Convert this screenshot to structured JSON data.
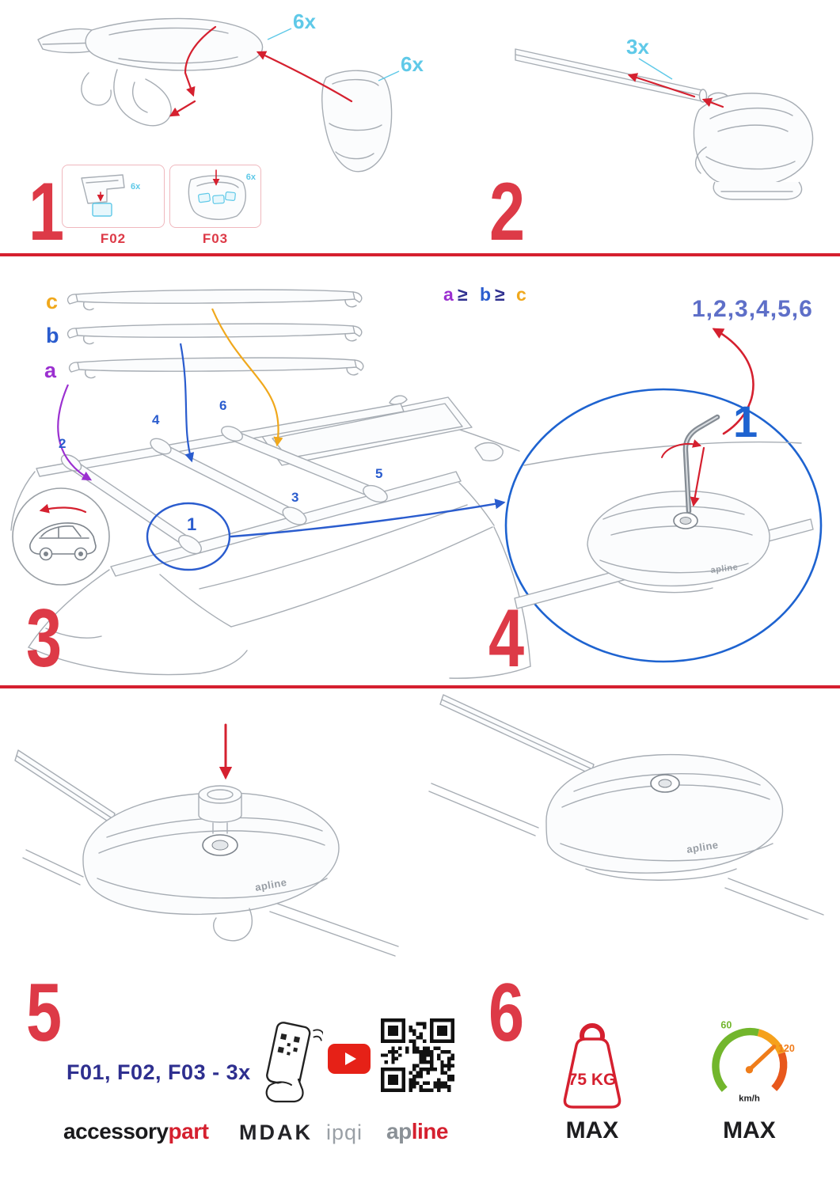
{
  "colors": {
    "red_accent": "#d5202f",
    "step_number_red": "#dd3a47",
    "cyan": "#5fc9e8",
    "blue": "#1e63d0",
    "position_blue": "#2a5cce",
    "sequence_blue": "#5e6fc8",
    "purple": "#9b30d0",
    "orange": "#f0a81c",
    "navy": "#2e2f8f",
    "line_art_gray": "#a7adb4",
    "speed_green": "#72b62c",
    "speed_orange": "#f5a11c"
  },
  "step1": {
    "numeral": "1",
    "qty_cover": "6x",
    "qty_pad": "6x",
    "boxes": [
      {
        "label": "F02",
        "qty": "6x"
      },
      {
        "label": "F03",
        "qty": "6x"
      }
    ]
  },
  "step2": {
    "numeral": "2",
    "qty": "3x"
  },
  "step3": {
    "numeral": "3",
    "bar_c_label": "c",
    "bar_b_label": "b",
    "bar_a_label": "a",
    "formula": {
      "a": "a",
      "gte1": "≥",
      "b": "b",
      "gte2": "≥",
      "c": "c"
    },
    "pos1": "1",
    "pos2": "2",
    "pos3": "3",
    "pos4": "4",
    "pos5": "5",
    "pos6": "6"
  },
  "step4": {
    "numeral": "4",
    "tighten_sequence": "1,2,3,4,5,6",
    "callout_number": "1",
    "foot_logo": "apline"
  },
  "step5": {
    "numeral": "5",
    "foot_logo": "apline"
  },
  "step6": {
    "numeral": "6",
    "foot_logo": "apline"
  },
  "footer": {
    "fitting_kits": "F01, F02, F03 - 3x",
    "brand1_black": "accessory",
    "brand1_red": "part",
    "brand2": "MDAK",
    "brand3": "ipqi",
    "brand4_gray": "ap",
    "brand4_red": "line",
    "max_load": "75 KG",
    "max_load_label": "MAX",
    "speed_tick_low": "60",
    "speed_tick_high": "120",
    "speed_unit": "km/h",
    "max_speed_label": "MAX"
  }
}
